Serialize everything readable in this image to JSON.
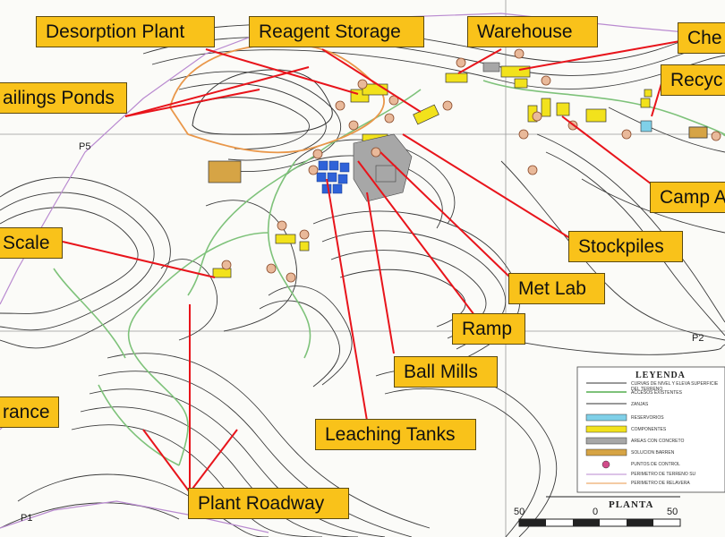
{
  "labels": {
    "desorption_plant": "Desorption Plant",
    "reagent_storage": "Reagent Storage",
    "warehouse": "Warehouse",
    "chemical": "Che",
    "tailings_ponds": "ailings Ponds",
    "recycle": "Recyc",
    "camp": "Camp A",
    "scale": "Scale",
    "stockpiles": "Stockpiles",
    "met_lab": "Met Lab",
    "ramp": "Ramp",
    "ball_mills": "Ball Mills",
    "entrance": "rance",
    "leaching_tanks": "Leaching Tanks",
    "plant_roadway": "Plant Roadway"
  },
  "points": {
    "p1": "P1",
    "p2": "P2",
    "p5": "P5"
  },
  "legend": {
    "title": "LEYENDA",
    "items": [
      "CURVAS DE NIVEL Y ELEVA SUPERFICIE DEL TERRENO",
      "ACCESOS EXISTENTES",
      "ZANJAS",
      "RESERVORIOS",
      "COMPONENTES",
      "AREAS CON CONCRETO",
      "SOLUCION BARREN",
      "PUNTOS DE CONTROL",
      "PERIMETRO DE TERRENO SU",
      "PERIMETRO DE RELAVERA"
    ]
  },
  "planta": "PLANTA",
  "scale_bar": {
    "left": "50",
    "mid": "0",
    "right": "50"
  },
  "colors": {
    "callout_fill": "#f9c21a",
    "leader_line": "#e8141b",
    "component_yellow": "#f2e21c",
    "reservoir_blue": "#2f62d8",
    "access_green": "#7ec27a",
    "perimeter_purple": "#b98ad0",
    "tailings_orange": "#e9974a",
    "contour": "#333333"
  }
}
